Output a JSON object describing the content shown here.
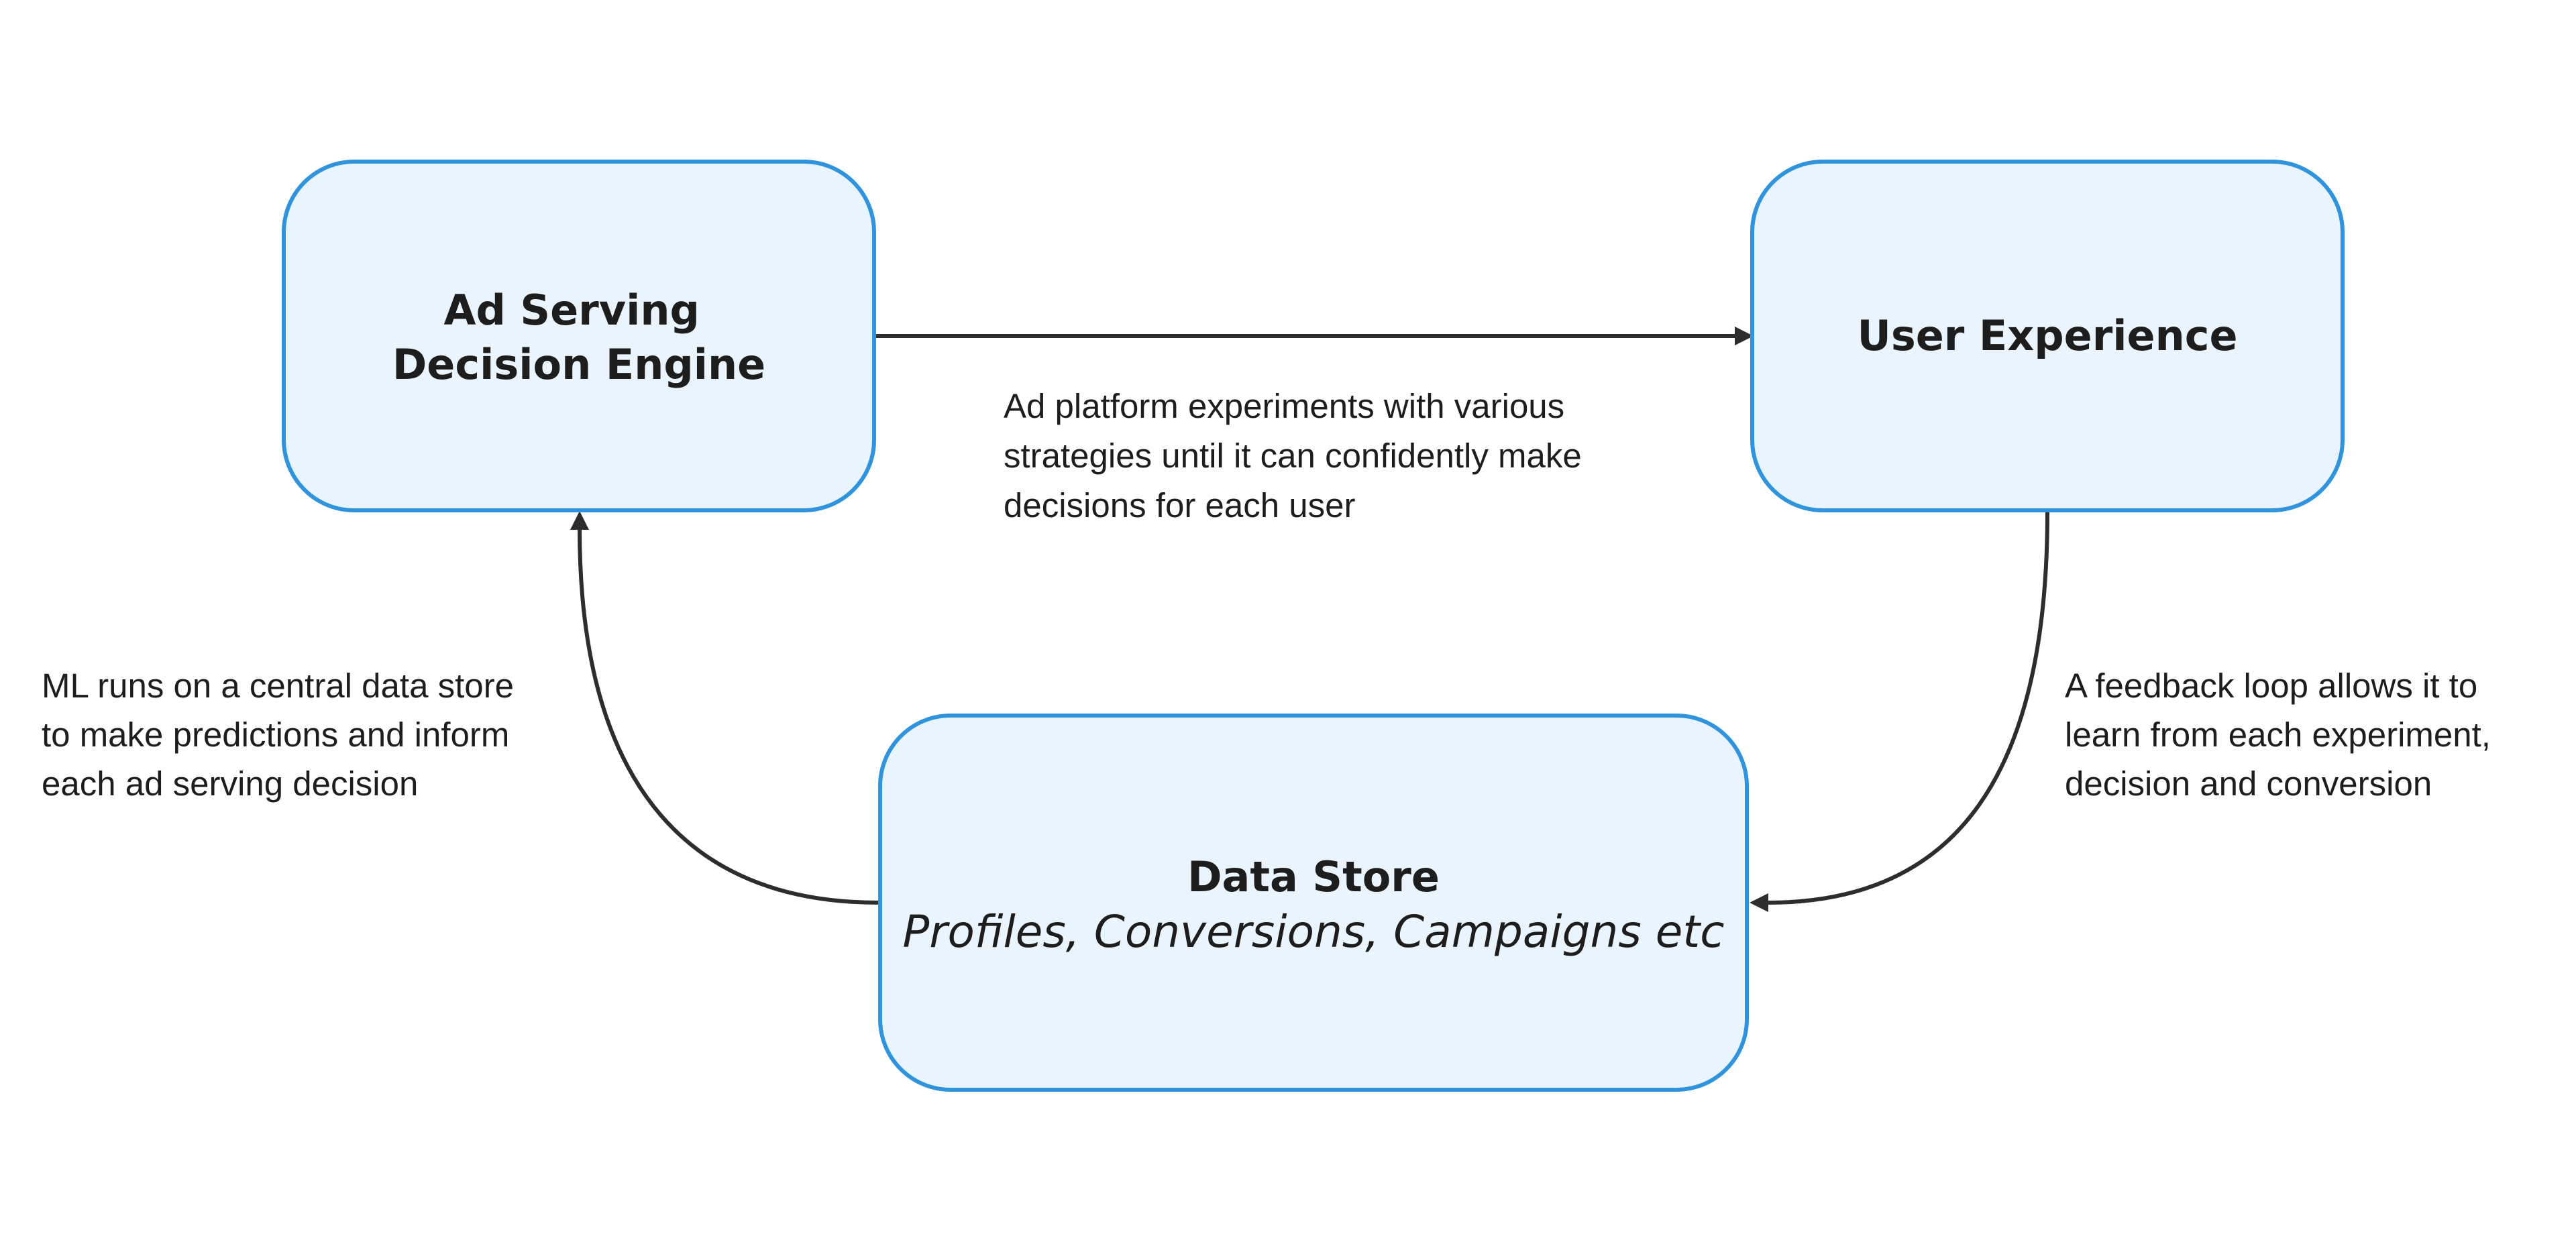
{
  "nodes": {
    "ad_serving": {
      "title_lines": [
        "Ad Serving",
        "Decision Engine"
      ]
    },
    "user_experience": {
      "title": "User Experience"
    },
    "data_store": {
      "title": "Data Store",
      "subtitle": "Profiles, Conversions, Campaigns etc"
    }
  },
  "annotations": {
    "experiments": [
      "Ad platform experiments with various",
      "strategies until it can confidently make",
      "decisions for each user"
    ],
    "ml": [
      "ML runs on a central data store",
      "to make predictions and inform",
      "each ad serving decision"
    ],
    "feedback": [
      "A feedback loop allows it to",
      "learn from each experiment,",
      "decision and conversion"
    ]
  },
  "colors": {
    "box_fill": "#e9f4fd",
    "box_stroke": "#2f94dd",
    "connector": "#2d2d2d",
    "text": "#1d1d1d"
  }
}
